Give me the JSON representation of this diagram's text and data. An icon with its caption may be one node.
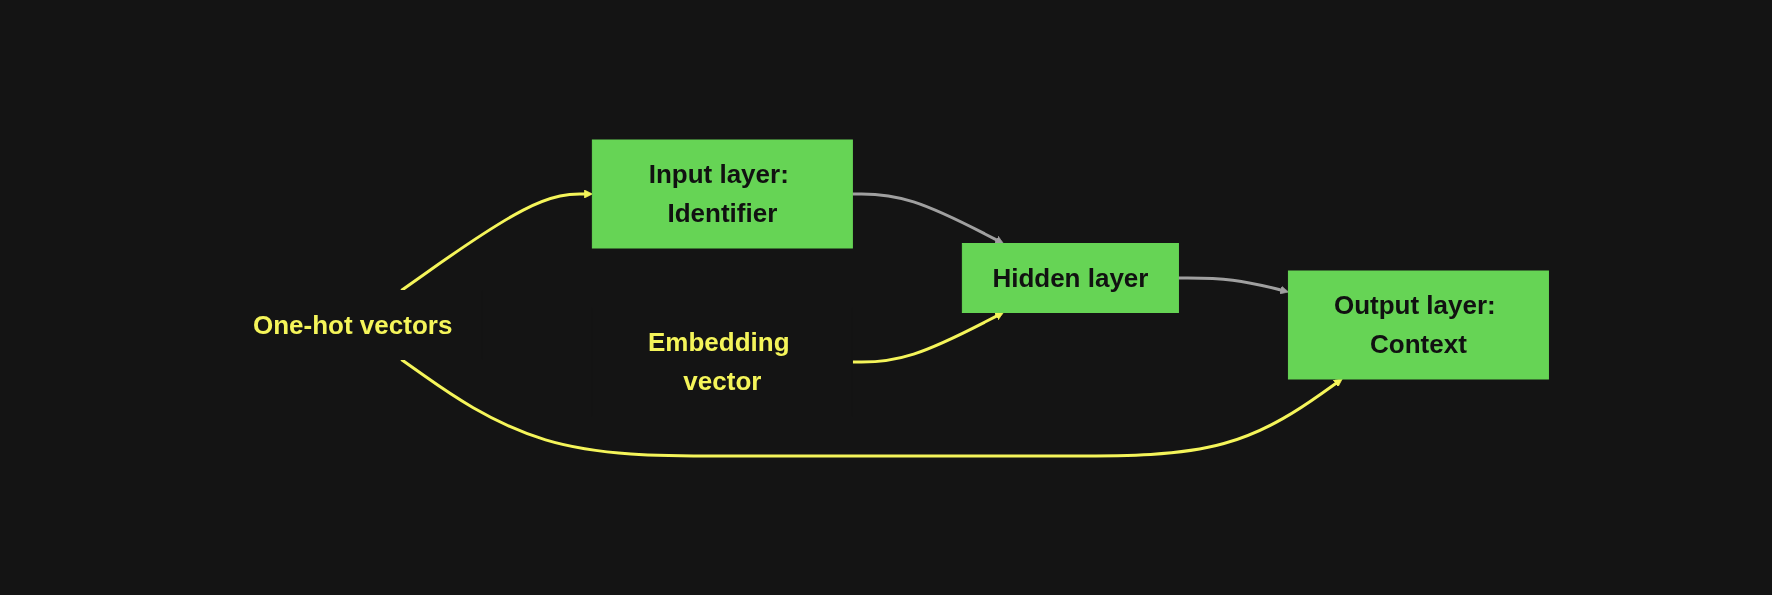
{
  "diagram": {
    "nodes": [
      {
        "text": [
          "Input layer: Identifier"
        ]
      },
      {
        "text": [
          "Hidden layer"
        ]
      },
      {
        "text": [
          "Output layer: Context"
        ]
      },
      {
        "text": [
          "One-hot vectors"
        ]
      },
      {
        "text": [
          "Embedding vector"
        ]
      }
    ],
    "edges": [
      {
        "from": 0,
        "to": 1,
        "arrow": "to",
        "color": "#a0a0a0"
      },
      {
        "from": 1,
        "to": 2,
        "arrow": "to",
        "color": "#a0a0a0"
      },
      {
        "from": 3,
        "to": 0,
        "arrow": "to"
      },
      {
        "from": 4,
        "to": 1,
        "arrow": "to"
      },
      {
        "from": 3,
        "to": 2,
        "arrow": "to"
      }
    ]
  }
}
